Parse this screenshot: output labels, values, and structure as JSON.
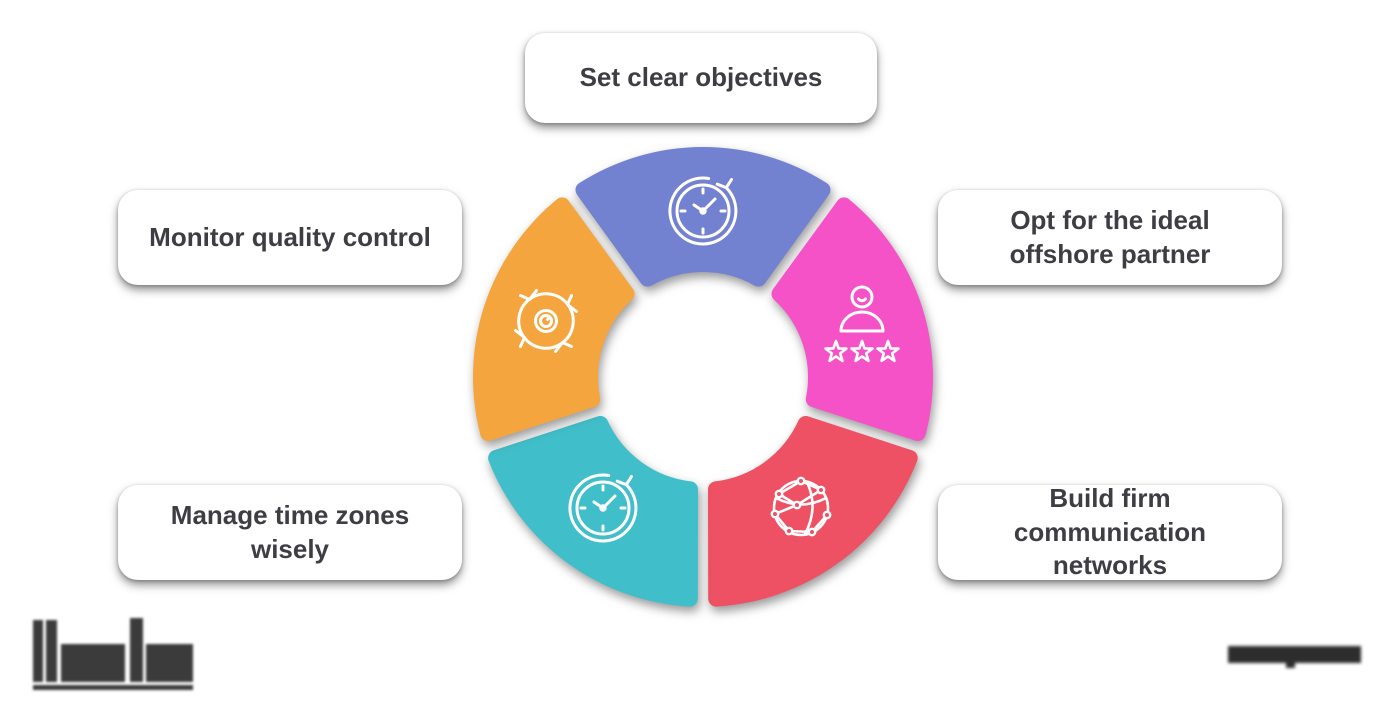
{
  "page": {
    "background": "#ffffff"
  },
  "diagram": {
    "type": "cycle-diagram",
    "segment_count": 5,
    "icon_stroke": "#ffffff",
    "card": {
      "background": "#ffffff",
      "text_color": "#3d3d43"
    },
    "segments": [
      {
        "label": "Set clear objectives",
        "color": "#7381d1",
        "icon": "clock-refresh-icon",
        "position": "top"
      },
      {
        "label": "Opt for the ideal offshore partner",
        "color": "#f552c7",
        "icon": "person-rating-icon",
        "position": "upper-right"
      },
      {
        "label": "Build firm communication networks",
        "color": "#ee5163",
        "icon": "network-globe-icon",
        "position": "lower-right"
      },
      {
        "label": "Manage time zones wisely",
        "color": "#40bfca",
        "icon": "clock-refresh-icon",
        "position": "lower-left"
      },
      {
        "label": "Monitor quality control",
        "color": "#f5a53d",
        "icon": "process-cycle-icon",
        "position": "upper-left"
      }
    ]
  },
  "branding": {
    "logo_color": "#3b3b3b",
    "watermark_color": "#2d2d2d"
  }
}
